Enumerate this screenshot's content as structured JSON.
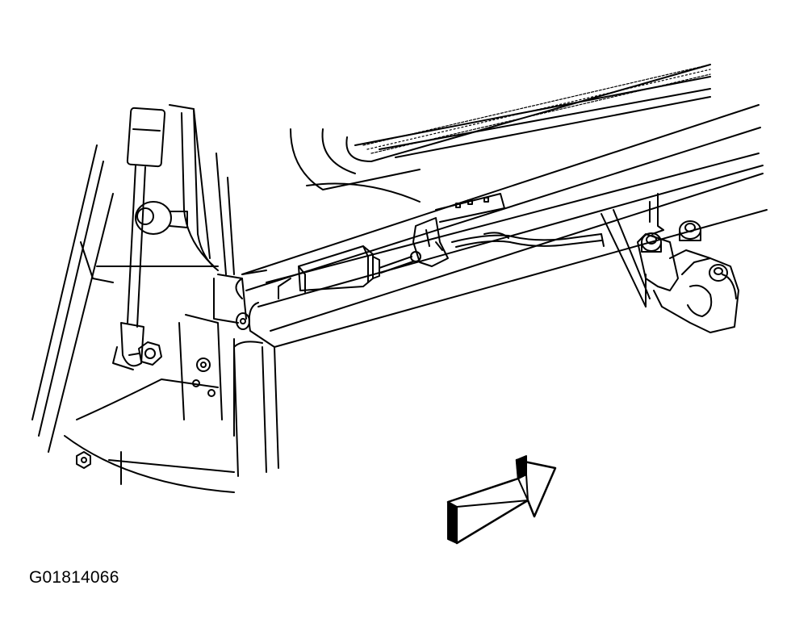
{
  "figure": {
    "id_label": "G01814066"
  },
  "parts": [
    "lift-strut",
    "strut-mount-stud",
    "strut-lower-nut",
    "body-pillar",
    "liftgate-panel",
    "latch-actuator",
    "actuator-rod",
    "latch-assembly",
    "latch-bolts",
    "cable-harness",
    "view-direction-arrow"
  ],
  "colors": {
    "line": "#000000",
    "background": "#ffffff"
  }
}
